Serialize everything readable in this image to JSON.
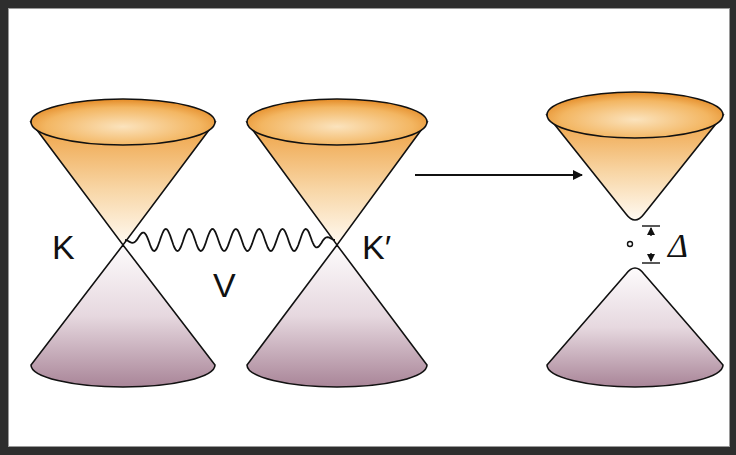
{
  "diagram": {
    "labels": [
      "K",
      "V",
      "K′",
      "Δ"
    ]
  }
}
